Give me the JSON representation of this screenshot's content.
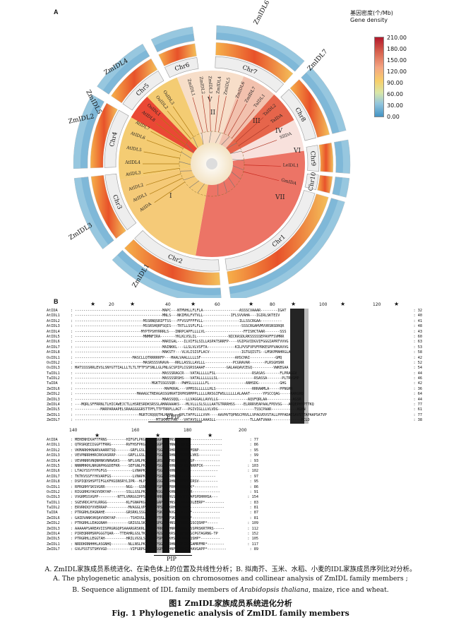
{
  "panel_a_label": "A",
  "panel_b_label": "B",
  "legend": {
    "title_cn": "基因密度(个/Mb)",
    "title_en": "Gene density",
    "ticks": [
      "210.00",
      "180.00",
      "150.00",
      "120.00",
      "90.00",
      "60.00",
      "30.00",
      "0.00"
    ]
  },
  "outer_labels": [
    "ZmIDL6",
    "ZmIDL7",
    "ZmIDL4",
    "ZmIDL5",
    "ZmIDL2",
    "ZmIDL3",
    "ZmIDL1"
  ],
  "chromosomes": [
    "Chr1",
    "Chr2",
    "Chr3",
    "Chr4",
    "Chr5",
    "Chr6",
    "Chr7",
    "Chr8",
    "Chr9",
    "Chr10"
  ],
  "groups": [
    "I",
    "II",
    "III",
    "IV",
    "V",
    "VI",
    "VII"
  ],
  "leaves": [
    "AtIDA",
    "AtIDL1",
    "AtIDL2",
    "AtIDL3",
    "AtIDL4",
    "AtIDL5",
    "AtIDL6",
    "AtIDL7",
    "AtIDL8",
    "OsIDL1",
    "OsIDL2",
    "OsIDL3",
    "ZmIDL1",
    "ZmIDL2",
    "ZmIDL3",
    "ZmIDL4",
    "ZmIDL5",
    "ZmIDL6",
    "ZmIDL7",
    "TaIDL1",
    "TaIDL2",
    "TaIDA",
    "SlIDA",
    "LeIDL1",
    "GmIDA"
  ],
  "alignment_top": {
    "ruler": [
      "20",
      "40",
      "60",
      "80",
      "100",
      "120"
    ],
    "rows": [
      {
        "name": "AtIDA",
        "seq": "-----------------------------------------MAPC---NTMVHLLFLFLA-----------------ASSSCVAAAR--------IGAT",
        "end": "32"
      },
      {
        "name": "AtIDL1",
        "seq": "-----------------------------------------MNLS---NKIMVLFVTVLL-------------IFLSVVAHA---IGIRLSKTEIV",
        "end": "40"
      },
      {
        "name": "AtIDL2",
        "seq": "--------------------------------MSSRNQSRIFTSS---FFVSSFFFFVLL-----------------ILLSSCRGAA----------",
        "end": "41"
      },
      {
        "name": "AtIDL3",
        "seq": "--------------------------------MSSRSHQRFSQIS---TRTLLSSFLFLL------------------SSSCRGAHVMVVRSNSDRQR",
        "end": "48"
      },
      {
        "name": "AtIDL4",
        "seq": "-------------------------------MYPTPSHYRRRLS---INRPCAPFLLLLVL------------------FFISHCTAAR-------SSS",
        "end": "43"
      },
      {
        "name": "AtIDL5",
        "seq": "--------------------------------MNMNFIRA-------YKLKLVSLIL---------------NICKASDLRKSSSSSEPAVFFSVMRR",
        "end": "60"
      },
      {
        "name": "AtIDL6",
        "seq": "-----------------------------------------MARIGAL---ILVIFSLSILLASPATSRRFP----VGIPGVIDGVIFGGGIAPRTVVVG",
        "end": "63"
      },
      {
        "name": "AtIDL7",
        "seq": "-----------------------------------------MAINKKL---LLSLVLVSFTA-------------KILPVSFVPVFPRKESPPVAKAVVG",
        "end": "53"
      },
      {
        "name": "AtIDL8",
        "seq": "-----------------------------------------MAKSTY---VLVLISISFLACV---------------IGTGQISTS--LMSKPMAHRGLA",
        "end": "58"
      },
      {
        "name": "OsIDL1",
        "seq": "---------------------------MASCLLQTRRRRRFP---MAALVAALLLLLSF----------------AHSCHAI------------GMQ",
        "end": "42"
      },
      {
        "name": "OsIDL2",
        "seq": "--------------------------------MASRSSSVRAVA---RRLLASSLLAVLLL-------------PCGRAVAR-------PLRSGHSRR",
        "end": "52"
      },
      {
        "name": "OsIDL3",
        "seq": "MATSSSSRRLEVSLSNYGTTIALLLTLTLTFTFSFSNLLGLPNLGCSPIPLCGSRSSAAAF----------GALAAQAVCEGQ----------VWKEGAA",
        "end": "54"
      },
      {
        "name": "TaIDL1",
        "seq": "-----------------------------------------MASSSRAGCR---VATALLLLLFSL-----------------RSASAS-------FLPRAGGV",
        "end": "44"
      },
      {
        "name": "TaIDL2",
        "seq": "-----------------------------------------MASSSSRSHS---VATALLLLLLLSL-----------------RSASSA-------PLTRVGMP",
        "end": "46"
      },
      {
        "name": "TaIDA",
        "seq": "------------------------------------MGKTSSGSSQR---PWHSLLLLLLLFL-----------------ANHSDG----------GHG",
        "end": "42"
      },
      {
        "name": "ZmIDL6",
        "seq": "------------------------------------------MAPKRAL---VPMSSLLLLLLHLS-----------------RRRAWMLA-----PPNGRR",
        "end": "36"
      },
      {
        "name": "ZmIDL2",
        "seq": "-----------------------------MAAAGCTREAGASSGHRATIRPRSRMPPLLLLLRKSGIFWSLLLLLLALAAAT------YPSCCQAG-----RARGHQ",
        "end": "64"
      },
      {
        "name": "ZmIDL3",
        "seq": "-----------------------------------------MAASSQQL---LLVAGGALLAVVLLG--------------AQVFQRLAA------------AGSR",
        "end": "44"
      },
      {
        "name": "ZmIDL4",
        "seq": "---MQRLSFFRRNLTLHICAWEJCTLLHSRESRDKSRSSLAMARAAAKS---MLVLLLSLSLLLAATGTRRRHSS----ELRRRVEAPAALFPDVSG---ARQEPHYPTTKQ",
        "end": "77"
      },
      {
        "name": "ZmIDL5",
        "seq": "------------MARPARAAPELSRAAGGGGRSTTPFLTTPTRRPLLAGT---PGIVIGLLLVLVDG-----------------TSSCPAAR------------AGHN",
        "end": "61"
      },
      {
        "name": "ZmIDL1",
        "seq": "------------------------------MGRTCRQQQTHLHPPR---RPLTAFPLLLLVVH----AAVHVTQPNSCPRVLLVPAGVDVSTALLPPPADAESAVSTTAPAAPSATVP",
        "end": "77"
      },
      {
        "name": "ZmIDL7",
        "seq": "--------------------------------------MTSKMNTPAN---VATAVSLLLAAASLL----------------TLLAATVAAA--------------PCLD",
        "end": "38"
      }
    ]
  },
  "alignment_bottom": {
    "ruler": [
      "140",
      "160",
      "180",
      "200"
    ],
    "epip_label": "EPIP",
    "pip_label": "PIP",
    "rows": [
      {
        "name": "AtIDA",
        "seq": "MEHENHIKAFTFRNS---------HIFGFLPKGVPIPPSGPSKRHNSFVNSLPH---------------",
        "end": "77"
      },
      {
        "name": "AtIDL1",
        "seq": "QTRSRQEIIGGPTFRRG-------RVFHSFPKGVPPSASGPSPRHNWYVHNLDS---------------",
        "end": "86"
      },
      {
        "name": "AtIDL2",
        "seq": "VKMARKHKNARVAARRTSQ-------GRFLGSLPKGKAPSGSSPRHRGLSGMRMMSNP-----------",
        "end": "95"
      },
      {
        "name": "AtIDL3",
        "seq": "VEVPNRRHHRCRKVASRRP------GRFLLGSLPKGTAPSGGSRRHNVTLGRDGLVKS----------",
        "end": "99"
      },
      {
        "name": "AtIDL4",
        "seq": "VEVHNRRVNQNHNKVNRWGKS----NFLGHLPKGTMPSGRSPRHTHDTQIGQLLSP------------",
        "end": "93"
      },
      {
        "name": "AtIDL5",
        "seq": "NNNMHKHLNRGNPHGGDEFKR----SEFGNLPKGVPIPPSGRSKRHNVVGLQSTNRRFCK--------",
        "end": "103"
      },
      {
        "name": "AtIDL6",
        "seq": "LTAGYSSYYYFGFGS------------LVNAPKGVPPPPSGPSKRHNVAVRT---------------",
        "end": "102"
      },
      {
        "name": "AtIDL7",
        "seq": "TKTKVSSFYYKVARFGS----------LVNAPKGVPPPPSGPSKRHNVGV----------------",
        "end": "97"
      },
      {
        "name": "AtIDL8",
        "seq": "DSPIQDSHSPTIFGLKFKGSNSRYLIPR--HLPKVLPPSSGPSKRHNDVTPRSSIRSV---------",
        "end": "95"
      },
      {
        "name": "OsIDL1",
        "seq": "RPRGRHYSKSVGRR----------NGG---GSNRIPRAPSPPGSPRHNSTSQWRK*-----------",
        "end": "86"
      },
      {
        "name": "OsIDL2",
        "seq": "RIGGRHGYAGVVDKYAP-------SSLLGSLPKGVPTPASGPSRKHNGFIPPPRR-------------",
        "end": "91"
      },
      {
        "name": "OsIDL3",
        "seq": "VVGRMSSVGPP---------NTTLVRRGGIPPSAPSERHHRMEKRGSPSPAPPPAPSPDHHHSA---",
        "end": "154"
      },
      {
        "name": "TaIDL1",
        "seq": "SGEVRDCAYVLRRGG---------KLFGNAPKGVPPPPSAPSKRHNSWVRDGGGDLEERP*---------",
        "end": "83"
      },
      {
        "name": "TaIDL2",
        "seq": "ERVRKDQYVVERRAP----------MVAGGLVPKGVPPPPSAPSKRHNAKARP*----------------",
        "end": "81"
      },
      {
        "name": "TaIDA",
        "seq": "PTRGRHLEAGNAHE----------GRSRKLSSGIPPSGPSKRHNAVGLDGLEEP*-------------",
        "end": "87"
      },
      {
        "name": "ZmIDL6",
        "seq": "GAIDVANKVKQAVVDKYAP-------TSHIVGLAPKGVPTPPSGPSKRHNSRMS*-------------",
        "end": "81"
      },
      {
        "name": "ZmIDL2",
        "seq": "PTRGRHLLEAGGNAH----------GRIGSLSKGRVPPSPGSRNHNSGGRKRGTGSCQSHP*-----",
        "end": "109"
      },
      {
        "name": "ZmIDL3",
        "seq": "AAAAAPSAREAVIISPRGRGQPSAAARGRSKRLLPRSLPRRSRRHNRARVKKFSSSPRSKRTPRS-----",
        "end": "112"
      },
      {
        "name": "ZmIDL4",
        "seq": "PIREQRRMSRPGGGTQAR---TTEAHRLGSLTKGSHGVPGSAPSKRSHHIPANAGCPGTAGRNG-TP",
        "end": "152"
      },
      {
        "name": "ZmIDL5",
        "seq": "PTRGRHLLEGGTAH----------HRILVGSLSKGKVPPSPGSRKHSQGVTRGCQSHP*---------",
        "end": "105"
      },
      {
        "name": "ZmIDL1",
        "seq": "NRDDKRNHHHLASGNHQ--------NLLNSLPKGVPIPPSGPSKRHNVVGLHGQGAMRFMR*--------",
        "end": "117"
      },
      {
        "name": "ZmIDL7",
        "seq": "GVLPSSTSTSHVVGD-----------VIFGRPGVPIPPSGPSKRHNPERSSIHNHAVGAPP*---------",
        "end": "89"
      }
    ]
  },
  "caption": {
    "cn_line": "A. ZmIDL家族成员系统进化、在染色体上的位置及共线性分析；B. 拟南芥、玉米、水稻、小麦的IDL家族成员序列比对分析。",
    "en_line_a": "A. The phylogenetic analysis, position on chromosomes and collinear analysis of ZmIDL family members ;",
    "en_line_b_pre": "B. Sequence alignment of IDL family members of ",
    "en_line_b_italic": "Arabidopsis thaliana",
    "en_line_b_post": ", maize, rice and wheat.",
    "fig_cn": "图1   ZmIDL家族成员系统进化分析",
    "fig_en": "Fig. 1   Phylogenetic analysis of ZmIDL family members"
  }
}
